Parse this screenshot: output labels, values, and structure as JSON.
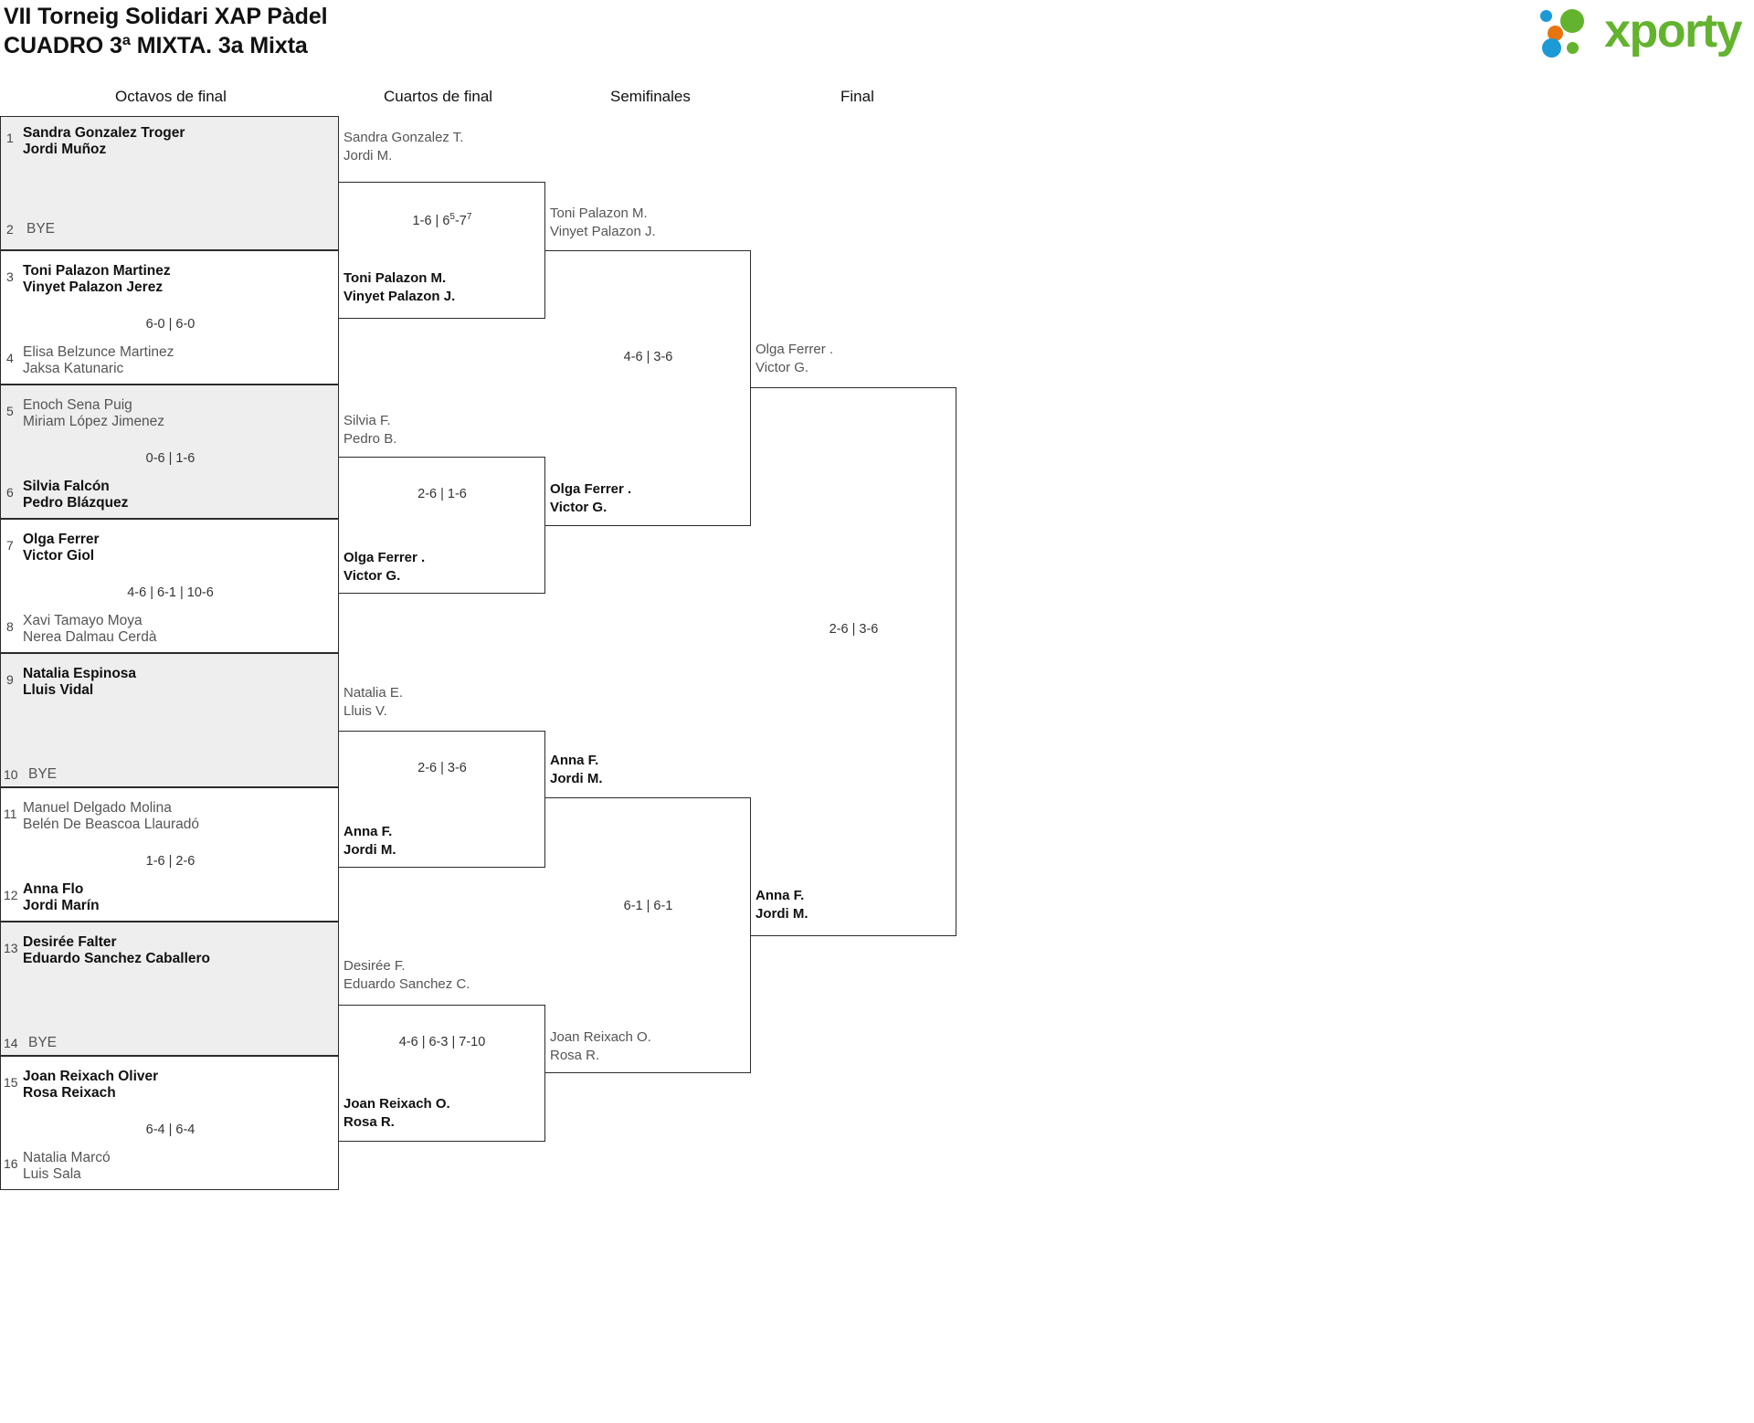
{
  "header": {
    "title_line1": "VII Torneig Solidari XAP Pàdel",
    "title_line2": "CUADRO 3ª MIXTA. 3a Mixta",
    "logo_text": "xporty",
    "logo_colors": {
      "green": "#63b32e",
      "blue": "#1b9ad6",
      "orange": "#e8740c"
    }
  },
  "rounds": [
    {
      "key": "r16",
      "label": "Octavos de final"
    },
    {
      "key": "qf",
      "label": "Cuartos de final"
    },
    {
      "key": "sf",
      "label": "Semifinales"
    },
    {
      "key": "f",
      "label": "Final"
    }
  ],
  "round16": {
    "entries": [
      {
        "seed": "1",
        "line1": "Sandra Gonzalez Troger",
        "line2": "Jordi Muñoz",
        "status": "winner",
        "bye": false
      },
      {
        "seed": "2",
        "line1": "BYE",
        "line2": "",
        "status": "bye",
        "bye": true
      },
      {
        "seed": "3",
        "line1": "Toni Palazon Martinez",
        "line2": "Vinyet Palazon Jerez",
        "status": "winner",
        "bye": false
      },
      {
        "seed": "4",
        "line1": "Elisa Belzunce Martinez",
        "line2": "Jaksa Katunaric",
        "status": "loser",
        "bye": false
      },
      {
        "seed": "5",
        "line1": "Enoch Sena Puig",
        "line2": "Miriam López Jimenez",
        "status": "loser",
        "bye": false
      },
      {
        "seed": "6",
        "line1": "Silvia Falcón",
        "line2": "Pedro Blázquez",
        "status": "winner",
        "bye": false
      },
      {
        "seed": "7",
        "line1": "Olga Ferrer",
        "line2": "Victor Giol",
        "status": "winner",
        "bye": false
      },
      {
        "seed": "8",
        "line1": "Xavi Tamayo Moya",
        "line2": "Nerea Dalmau Cerdà",
        "status": "loser",
        "bye": false
      },
      {
        "seed": "9",
        "line1": "Natalia Espinosa",
        "line2": "Lluis Vidal",
        "status": "winner",
        "bye": false
      },
      {
        "seed": "10",
        "line1": "BYE",
        "line2": "",
        "status": "bye",
        "bye": true
      },
      {
        "seed": "11",
        "line1": "Manuel Delgado Molina",
        "line2": "Belén De Beascoa Llauradó",
        "status": "loser",
        "bye": false
      },
      {
        "seed": "12",
        "line1": "Anna Flo",
        "line2": "Jordi Marín",
        "status": "winner",
        "bye": false
      },
      {
        "seed": "13",
        "line1": "Desirée Falter",
        "line2": "Eduardo Sanchez Caballero",
        "status": "winner",
        "bye": false
      },
      {
        "seed": "14",
        "line1": "BYE",
        "line2": "",
        "status": "bye",
        "bye": true
      },
      {
        "seed": "15",
        "line1": "Joan Reixach Oliver",
        "line2": "Rosa Reixach",
        "status": "winner",
        "bye": false
      },
      {
        "seed": "16",
        "line1": "Natalia Marcó",
        "line2": "Luis Sala",
        "status": "loser",
        "bye": false
      }
    ],
    "scores": [
      "",
      "6-0 | 6-0",
      "0-6 | 1-6",
      "4-6 | 6-1 | 10-6",
      "",
      "1-6 | 2-6",
      "",
      "6-4 | 6-4"
    ]
  },
  "quarterfinals": [
    {
      "top": {
        "line1": "Sandra Gonzalez T.",
        "line2": "Jordi M.",
        "status": "loser"
      },
      "bottom": {
        "line1": "Toni Palazon M.",
        "line2": "Vinyet Palazon J.",
        "status": "winner"
      },
      "score_pre": "1-6 | 6",
      "score_sup1": "5",
      "score_mid": "-7",
      "score_sup2": "7",
      "score_plain": ""
    },
    {
      "top": {
        "line1": "Silvia F.",
        "line2": "Pedro B.",
        "status": "loser"
      },
      "bottom": {
        "line1": "Olga Ferrer .",
        "line2": "Victor G.",
        "status": "winner"
      },
      "score_plain": "2-6 | 1-6"
    },
    {
      "top": {
        "line1": "Natalia E.",
        "line2": "Lluis V.",
        "status": "loser"
      },
      "bottom": {
        "line1": "Anna F.",
        "line2": "Jordi M.",
        "status": "winner"
      },
      "score_plain": "2-6 | 3-6"
    },
    {
      "top": {
        "line1": "Desirée F.",
        "line2": "Eduardo Sanchez C.",
        "status": "loser"
      },
      "bottom": {
        "line1": "Joan Reixach O.",
        "line2": "Rosa R.",
        "status": "winner"
      },
      "score_plain": "4-6 | 6-3 | 7-10"
    }
  ],
  "semifinals": [
    {
      "top": {
        "line1": "Toni Palazon M.",
        "line2": "Vinyet Palazon J.",
        "status": "loser"
      },
      "bottom": {
        "line1": "Olga Ferrer .",
        "line2": "Victor G.",
        "status": "winner"
      },
      "score_plain": "4-6 | 3-6"
    },
    {
      "top": {
        "line1": "Anna F.",
        "line2": "Jordi M.",
        "status": "winner"
      },
      "bottom": {
        "line1": "Joan Reixach O.",
        "line2": "Rosa R.",
        "status": "loser"
      },
      "score_plain": "6-1 | 6-1"
    }
  ],
  "final": {
    "top": {
      "line1": "Olga Ferrer .",
      "line2": "Victor G.",
      "status": "loser"
    },
    "bottom": {
      "line1": "Anna F.",
      "line2": "Jordi M.",
      "status": "winner"
    },
    "score_plain": "2-6 | 3-6"
  }
}
